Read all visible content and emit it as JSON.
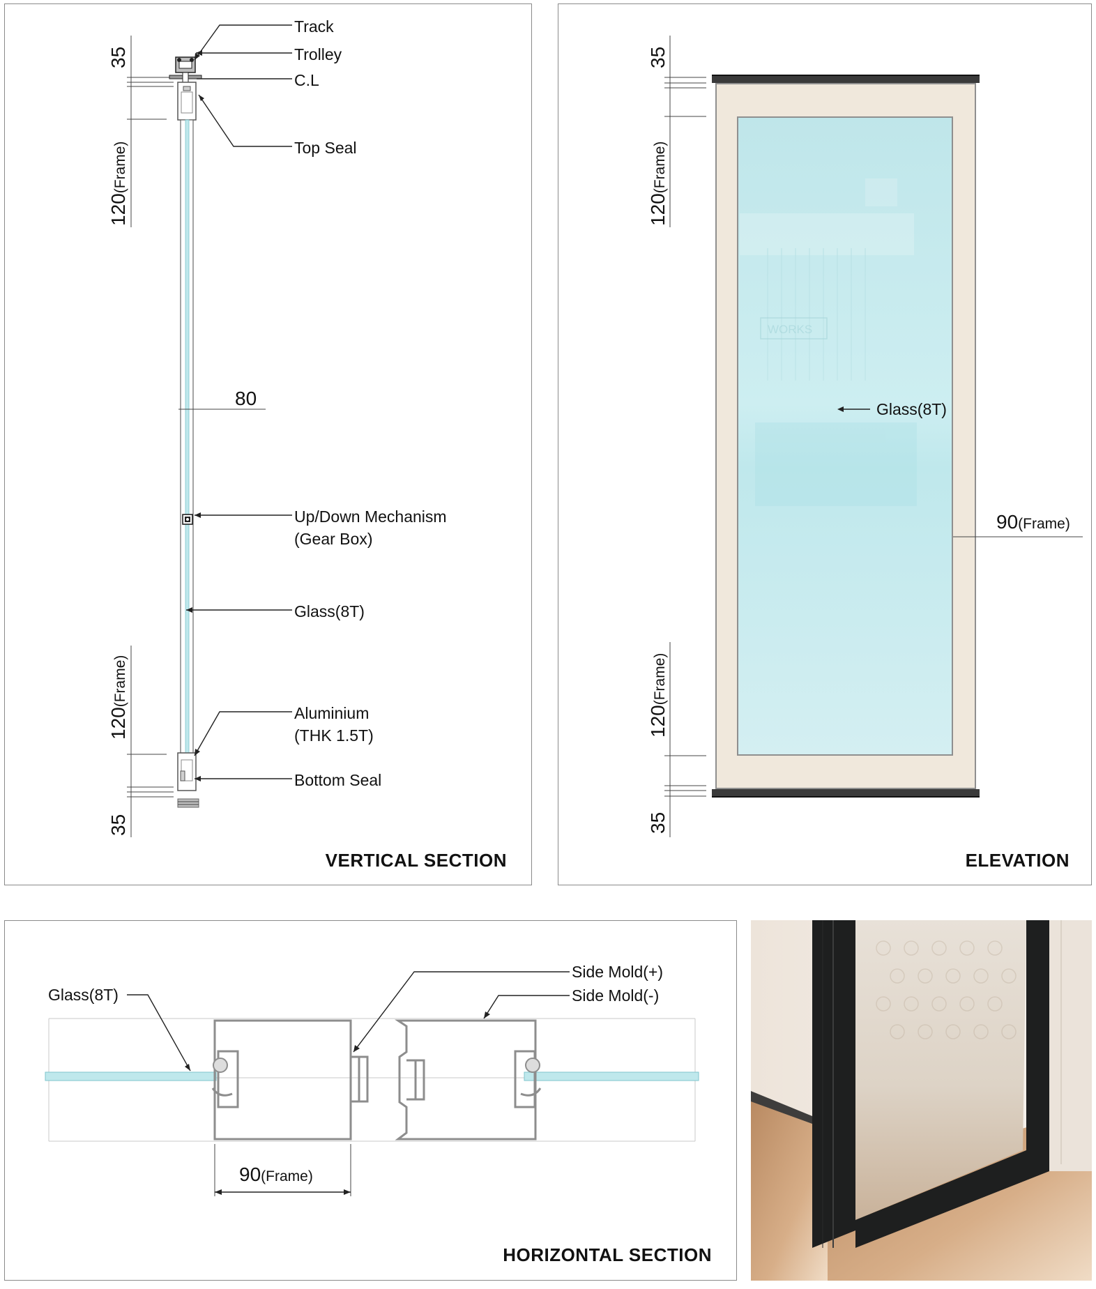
{
  "vertical_section": {
    "title": "VERTICAL SECTION",
    "labels": {
      "track": "Track",
      "trolley": "Trolley",
      "cl": "C.L",
      "top_seal": "Top Seal",
      "mechanism_line1": "Up/Down Mechanism",
      "mechanism_line2": "(Gear Box)",
      "glass": "Glass(8T)",
      "aluminium_line1": "Aluminium",
      "aluminium_line2": "(THK 1.5T)",
      "bottom_seal": "Bottom Seal"
    },
    "dims": {
      "top": "35",
      "top_frame_num": "120",
      "top_frame_unit": "(Frame)",
      "width": "80",
      "bottom_frame_num": "120",
      "bottom_frame_unit": "(Frame)",
      "bottom": "35"
    }
  },
  "elevation": {
    "title": "ELEVATION",
    "labels": {
      "glass": "Glass(8T)",
      "frame_num": "90",
      "frame_unit": "(Frame)",
      "works_logo": "WORKS"
    },
    "dims": {
      "top": "35",
      "top_frame_num": "120",
      "top_frame_unit": "(Frame)",
      "bottom_frame_num": "120",
      "bottom_frame_unit": "(Frame)",
      "bottom": "35"
    },
    "colors": {
      "frame": "#f0e8dc",
      "glass": "#bfe8ec",
      "track": "#3a3a3a"
    }
  },
  "horizontal_section": {
    "title": "HORIZONTAL SECTION",
    "labels": {
      "glass": "Glass(8T)",
      "side_mold_plus": "Side Mold(+)",
      "side_mold_minus": "Side Mold(-)",
      "frame_num": "90",
      "frame_unit": "(Frame)"
    },
    "colors": {
      "glass": "#bfe8ec",
      "profile": "#8d8d8d"
    }
  },
  "photo": {
    "colors": {
      "frame": "#1e1f1f",
      "floor": "#c89870",
      "wall": "#f2ede8"
    }
  }
}
